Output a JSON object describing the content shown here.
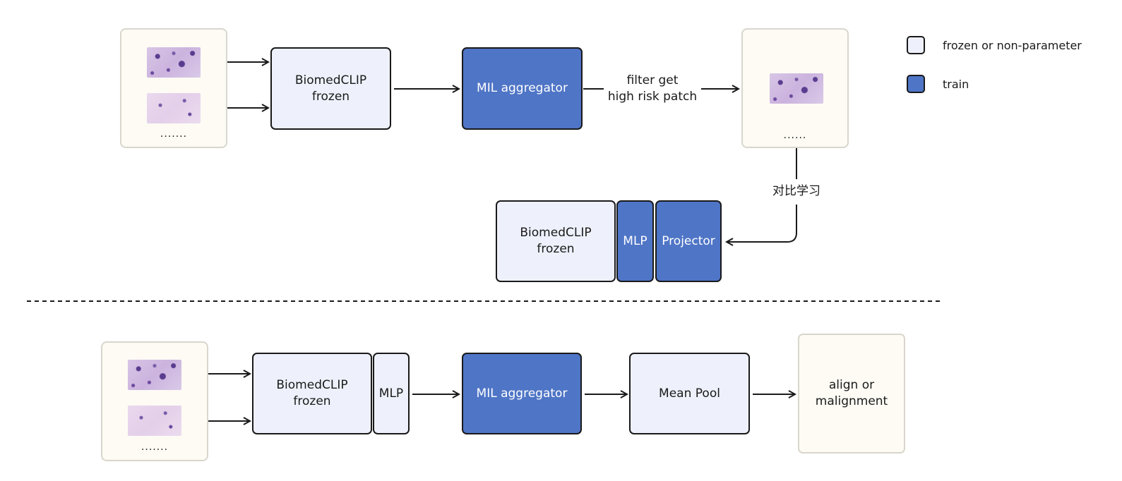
{
  "colors": {
    "frozen": "#eef1fb",
    "train": "#4f75c6",
    "panel": "#fdfbf4"
  },
  "legend": {
    "frozen_label": "frozen or non-parameter",
    "train_label": "train"
  },
  "top": {
    "input_dots": ".......",
    "encoder": "BiomedCLIP\nfrozen",
    "aggregator": "MIL aggregator",
    "filter_label": "filter get\nhigh risk patch",
    "output_dots": "......",
    "contrastive_label": "对比学习",
    "encoder2": "BiomedCLIP\nfrozen",
    "mlp": "MLP",
    "projector": "Projector"
  },
  "bottom": {
    "input_dots": ".......",
    "encoder": "BiomedCLIP\nfrozen",
    "mlp": "MLP",
    "aggregator": "MIL aggregator",
    "pool": "Mean Pool",
    "output": "align or\nmalignment"
  }
}
